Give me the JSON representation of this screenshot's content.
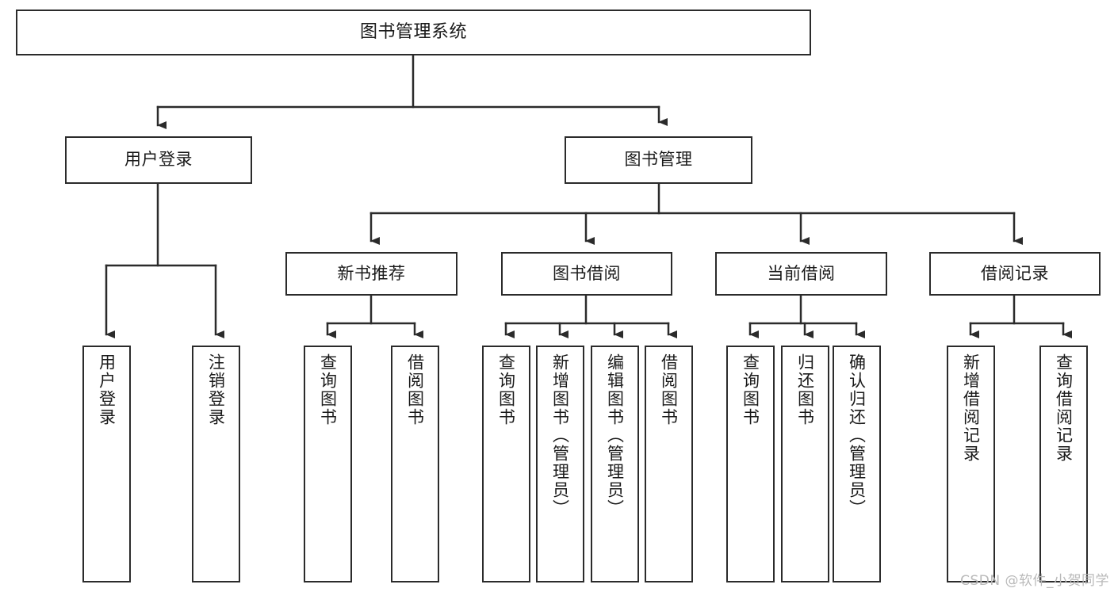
{
  "diagram": {
    "title": "图书管理系统",
    "type": "tree-hierarchy-diagram",
    "watermark": "CSDN @软件_小贺同学",
    "colors": {
      "stroke": "#2b2b2b",
      "fill": "#ffffff",
      "text": "#1a1a1a",
      "watermark": "#b9b9b9"
    },
    "root": {
      "label": "图书管理系统"
    },
    "level1": [
      {
        "label": "用户登录"
      },
      {
        "label": "图书管理"
      }
    ],
    "level2": [
      {
        "label": "新书推荐"
      },
      {
        "label": "图书借阅"
      },
      {
        "label": "当前借阅"
      },
      {
        "label": "借阅记录"
      }
    ],
    "leaves": {
      "user_login": [
        {
          "label": "用户登录"
        },
        {
          "label": "注销登录"
        }
      ],
      "new_book_recommend": [
        {
          "label": "查询图书"
        },
        {
          "label": "借阅图书"
        }
      ],
      "book_borrow": [
        {
          "label": "查询图书"
        },
        {
          "label": "新增图书（管理员）"
        },
        {
          "label": "编辑图书（管理员）"
        },
        {
          "label": "借阅图书"
        }
      ],
      "current_borrow": [
        {
          "label": "查询图书"
        },
        {
          "label": "归还图书"
        },
        {
          "label": "确认归还（管理员）"
        }
      ],
      "borrow_records": [
        {
          "label": "新增借阅记录"
        },
        {
          "label": "查询借阅记录"
        }
      ]
    }
  }
}
